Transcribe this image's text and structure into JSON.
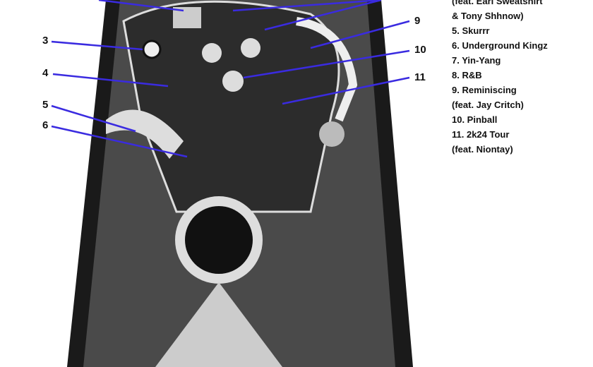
{
  "callouts": [
    "3",
    "4",
    "5",
    "6",
    "9",
    "10",
    "11"
  ],
  "tracklist": [
    "(feat. Earl Sweatshirt",
    "& Tony Shhnow)",
    "5. Skurrr",
    "6. Underground Kingz",
    "7. Yin-Yang",
    "8. R&B",
    "9. Reminiscing",
    "(feat. Jay Critch)",
    "10. Pinball",
    "11. 2k24 Tour",
    "(feat. Niontay)"
  ],
  "colors": {
    "arrow": "#3a2be0",
    "ink": "#111111"
  }
}
